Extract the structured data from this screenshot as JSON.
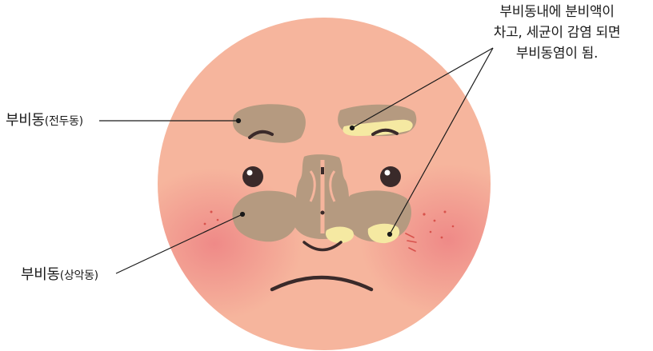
{
  "labels": {
    "frontal_sinus": {
      "main": "부비동",
      "sub": "(전두동)"
    },
    "maxillary_sinus": {
      "main": "부비동",
      "sub": "(상악동)"
    },
    "sinusitis_note": {
      "lines": [
        "부비동내에 분비액이",
        "차고, 세균이 감염 되면",
        "부비동염이 됨."
      ]
    }
  },
  "colors": {
    "face": "#f6b59d",
    "cheek": "#ee8a85",
    "sinus": "#b59a80",
    "mucus": "#f5e9a2",
    "feature": "#3a2a2a",
    "line": "#1a1a1a"
  }
}
